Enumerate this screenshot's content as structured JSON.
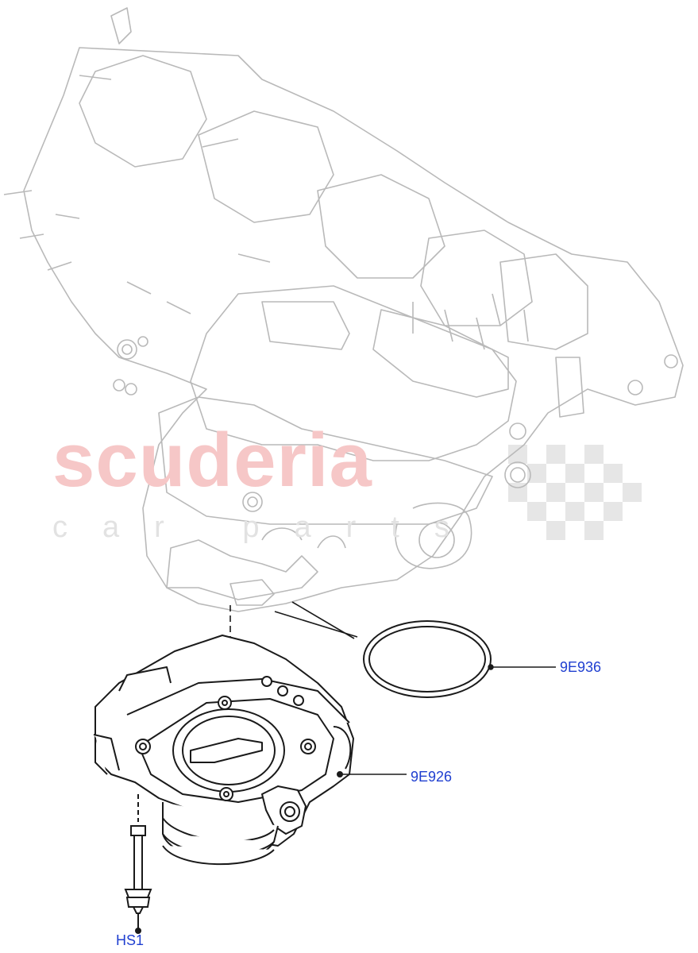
{
  "watermark": {
    "title": "scuderia",
    "subtitle": "car parts"
  },
  "callouts": {
    "seal": "9E936",
    "throttle_body": "9E926",
    "bolt": "HS1"
  },
  "colors": {
    "line_light": "#b9b9b9",
    "line_dark": "#1a1a1a",
    "callout": "#1f3fd0",
    "watermark_red": "#f6c7c7",
    "watermark_grey": "#e2e2e2"
  }
}
